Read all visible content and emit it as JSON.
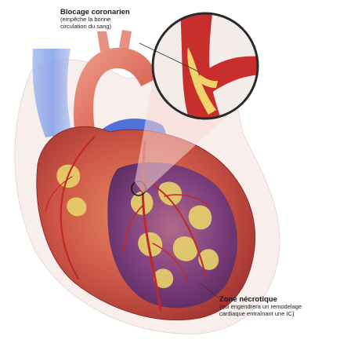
{
  "labels": {
    "blockage": {
      "title": "Blocage coronarien",
      "line1": "(empêche la bonne",
      "line2": "circulation du sang)"
    },
    "necrosis": {
      "title": "Zone nécrotique",
      "line1": "(qui engendrera un remodelage",
      "line2": "cardiaque entraînant une IC)"
    }
  },
  "colors": {
    "vein_blue": "#6f8fe6",
    "aorta_red": "#d8473f",
    "muscle": "#c8493d",
    "necrotic_purple": "#7a3f7e",
    "fat_yellow": "#e8d26a",
    "vessel_red": "#c0282a",
    "loupe_ring": "#2a2a2a"
  }
}
